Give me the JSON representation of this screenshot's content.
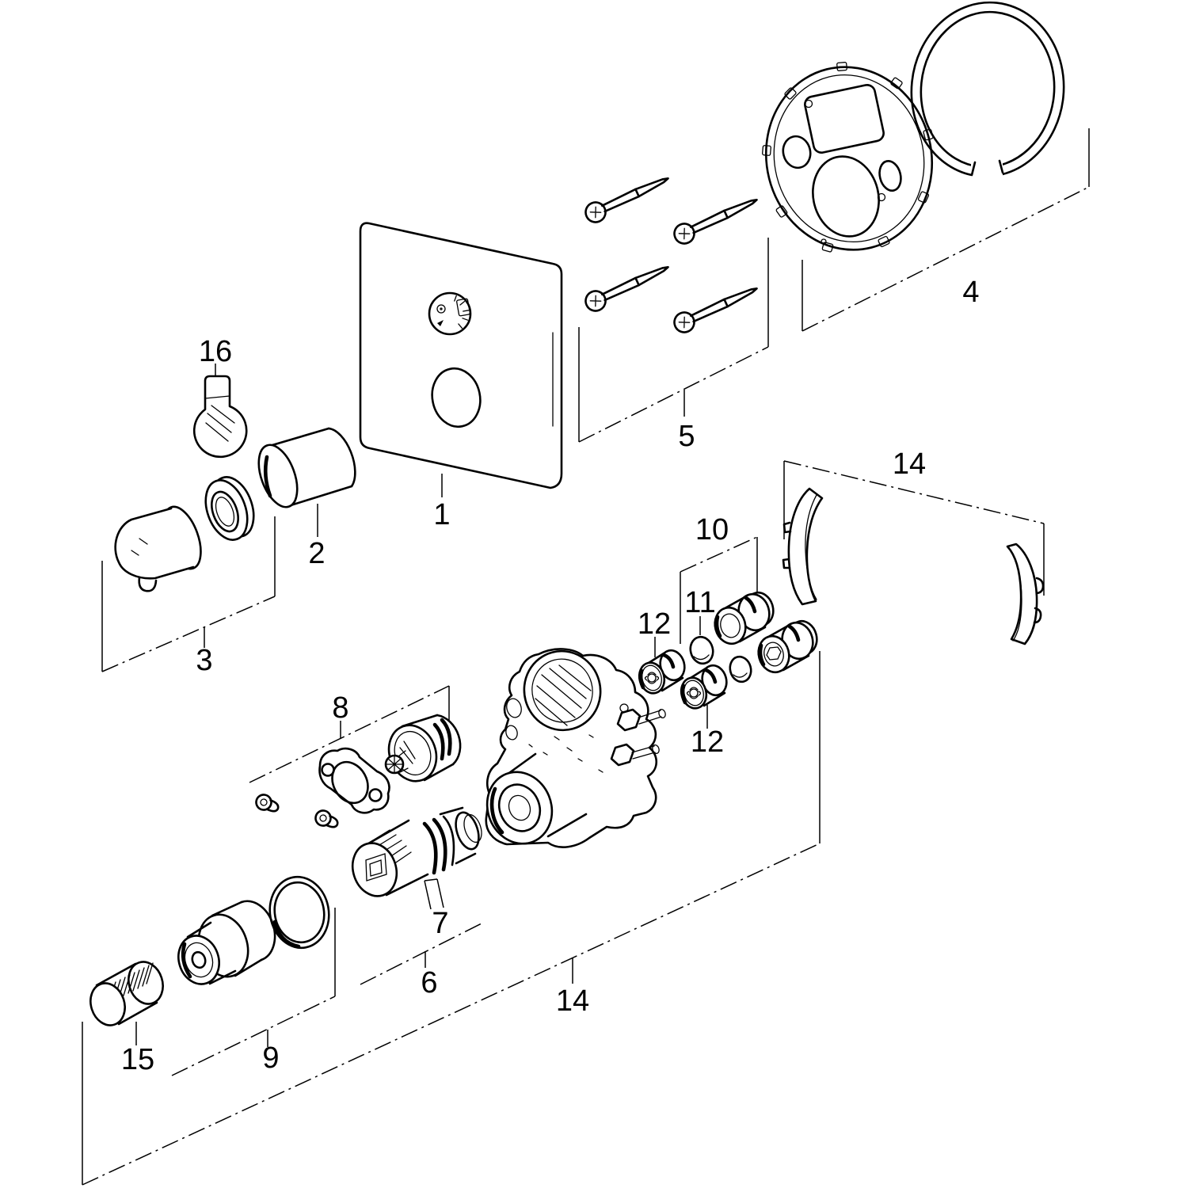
{
  "style": {
    "ink": "#000000",
    "background": "#ffffff"
  },
  "diagram": {
    "type": "exploded-parts-diagram",
    "labels": {
      "part1": "1",
      "part2": "2",
      "part3": "3",
      "part4": "4",
      "part5": "5",
      "part6": "6",
      "part7": "7",
      "part8": "8",
      "part9": "9",
      "part10": "10",
      "part11": "11",
      "part12_top": "12",
      "part12_bottom": "12",
      "part14_top": "14",
      "part14_bottom": "14",
      "part15": "15",
      "part16": "16"
    }
  }
}
